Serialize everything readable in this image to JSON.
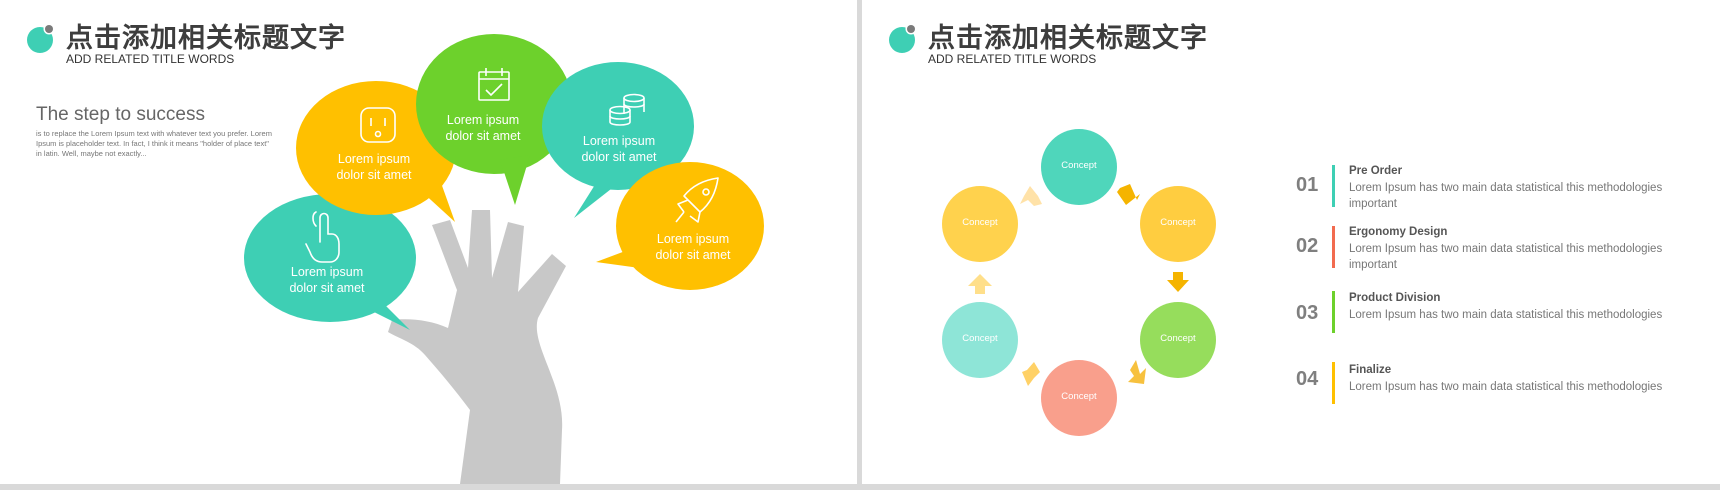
{
  "colors": {
    "teal": "#3ecfb4",
    "yellow": "#ffc000",
    "green": "#6dd12c",
    "hand": "#c8c8c8",
    "coral": "#f99f8c",
    "light_teal": "#8ee5d7",
    "light_green": "#96dd5c",
    "light_yellow": "#ffcd40",
    "arrow": "#f7c13e"
  },
  "header": {
    "title": "点击添加相关标题文字",
    "subtitle": "ADD RELATED TITLE WORDS"
  },
  "left": {
    "step_title": "The step to success",
    "step_desc": "is to replace the Lorem Ipsum text with whatever text you prefer. Lorem Ipsum is placeholder text. In fact, I think it means \"holder of place text\" in latin. Well, maybe not exactly...",
    "bubbles": [
      {
        "icon": "hand-pointer-icon",
        "line1": "Lorem ipsum",
        "line2": "dolor sit amet",
        "color": "#3ecfb4"
      },
      {
        "icon": "outlet-icon",
        "line1": "Lorem ipsum",
        "line2": "dolor sit amet",
        "color": "#ffc000"
      },
      {
        "icon": "calendar-check-icon",
        "line1": "Lorem ipsum",
        "line2": "dolor sit amet",
        "color": "#6dd12c"
      },
      {
        "icon": "coins-icon",
        "line1": "Lorem ipsum",
        "line2": "dolor sit amet",
        "color": "#3ecfb4"
      },
      {
        "icon": "rocket-icon",
        "line1": "Lorem ipsum",
        "line2": "dolor sit amet",
        "color": "#ffc000"
      }
    ]
  },
  "right": {
    "concepts": [
      {
        "label": "Concept",
        "color": "#4fd6bb"
      },
      {
        "label": "Concept",
        "color": "#ffcd40"
      },
      {
        "label": "Concept",
        "color": "#96dd5c"
      },
      {
        "label": "Concept",
        "color": "#f99f8c"
      },
      {
        "label": "Concept",
        "color": "#8ee5d7"
      },
      {
        "label": "Concept",
        "color": "#ffd24d"
      }
    ],
    "items": [
      {
        "num": "01",
        "title": "Pre Order",
        "desc": "Lorem Ipsum has two main data statistical this methodologies important",
        "color": "#3ecfb4"
      },
      {
        "num": "02",
        "title": "Ergonomy Design",
        "desc": "Lorem Ipsum has two main data statistical this methodologies important",
        "color": "#f26b4f"
      },
      {
        "num": "03",
        "title": "Product Division",
        "desc": "Lorem Ipsum has two main data statistical this methodologies",
        "color": "#6dd12c"
      },
      {
        "num": "04",
        "title": "Finalize",
        "desc": "Lorem Ipsum has two main data statistical this methodologies",
        "color": "#ffc000"
      }
    ]
  }
}
